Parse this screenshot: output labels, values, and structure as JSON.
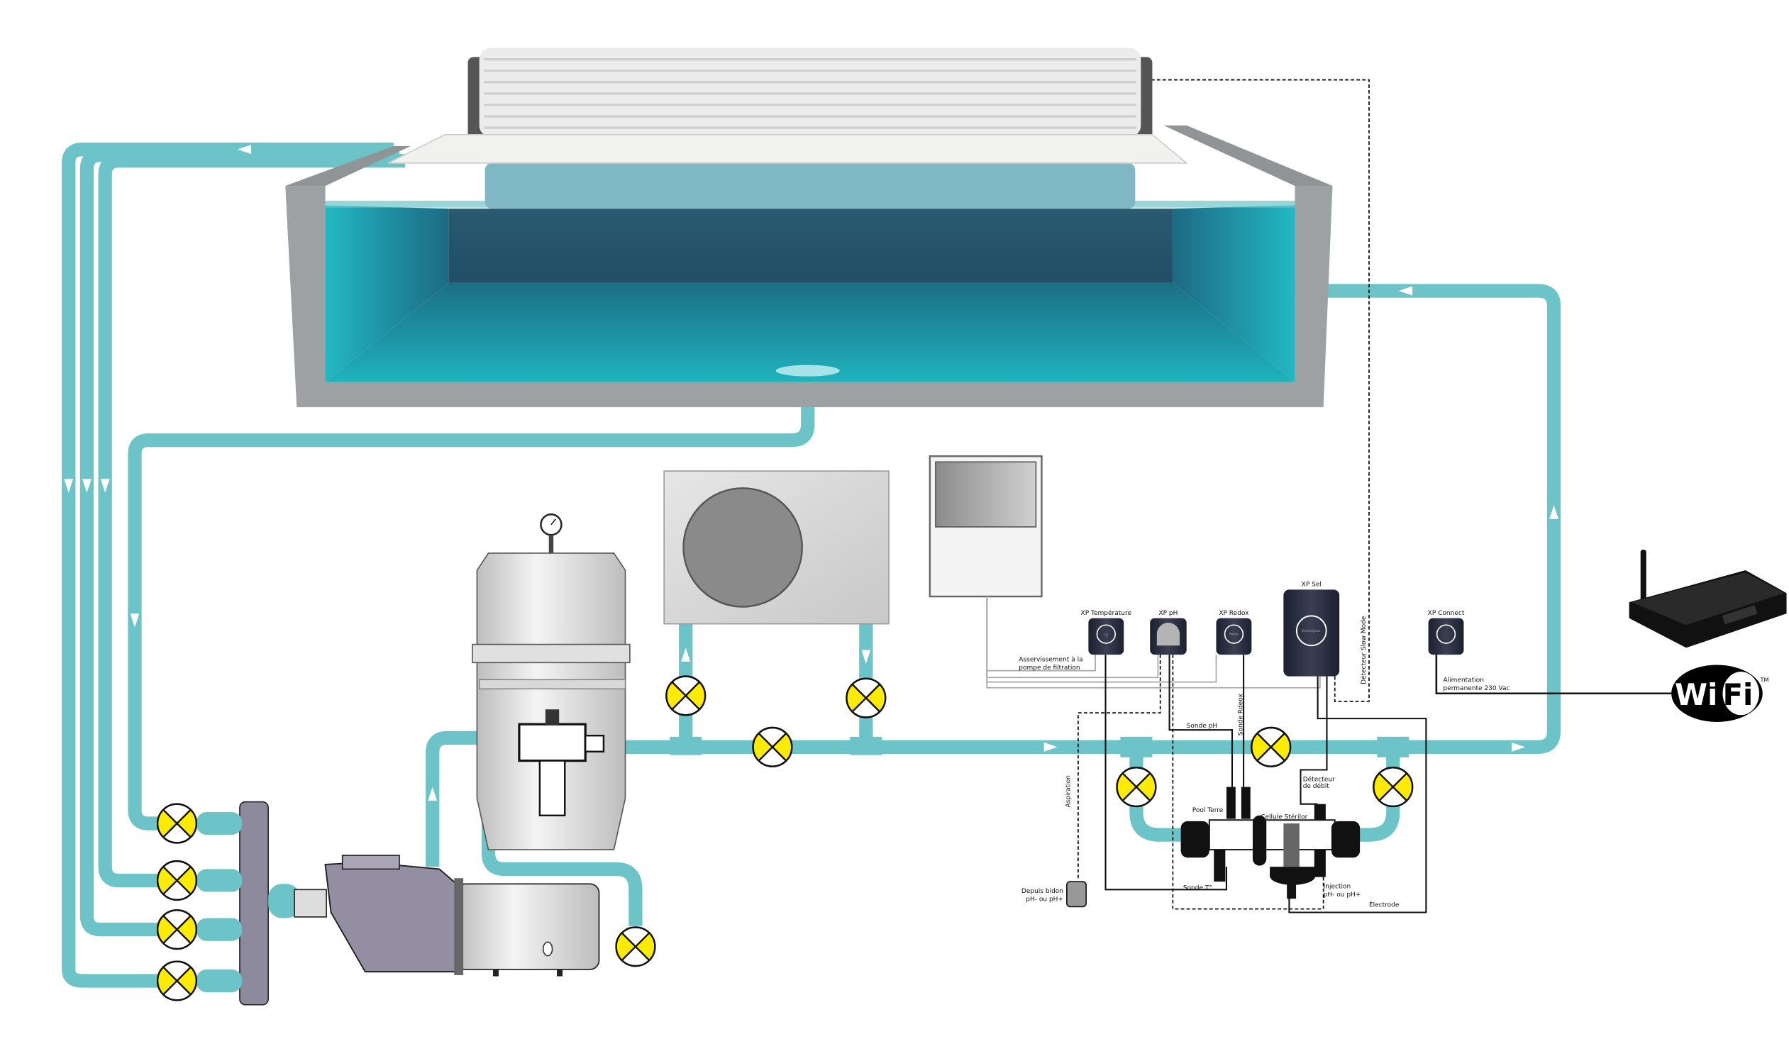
{
  "colors": {
    "pipe": "#6cc4c9",
    "water": "#1fb3bd",
    "valve_yellow": "#ffeb00",
    "device": "#23283a",
    "wall": "#9da1a3"
  },
  "devices": {
    "temperature": {
      "label": "XP Température",
      "screen": "°C"
    },
    "ph": {
      "label": "XP pH"
    },
    "redox": {
      "label": "XP Redox",
      "screen": "Redox"
    },
    "sel": {
      "label": "XP Sel",
      "screen": "Electrolyseur"
    },
    "connect": {
      "label": "XP Connect"
    },
    "brand": "Stérilor"
  },
  "labels": {
    "asservissement_1": "Asservissement à la",
    "asservissement_2": "pompe de filtration",
    "detecteur_slow": "Détecteur Slow Mode",
    "sonde_ph": "Sonde pH",
    "sonde_redox": "Sonde Rdeox",
    "aspiration": "Aspiration",
    "bidon_1": "Depuis bidon",
    "bidon_2": "pH- ou pH+",
    "pool_terre": "Pool Terre",
    "cellule": "Cellule Stérilor",
    "detecteur_debit_1": "Détecteur",
    "detecteur_debit_2": "de débit",
    "sonde_t": "Sonde T°",
    "injection_1": "Injection",
    "injection_2": "pH- ou pH+",
    "electrode": "Électrode",
    "alimentation_1": "Alimentation",
    "alimentation_2": "permanente 230 Vac"
  },
  "wifi": {
    "left": "Wi",
    "right": "Fi",
    "tm": "TM"
  },
  "icons": [
    "pool-cover-icon",
    "valve-icon",
    "pump-icon",
    "sand-filter-icon",
    "pressure-gauge-icon",
    "heat-pump-icon",
    "control-box-icon",
    "router-icon",
    "wifi-logo-icon",
    "chlorinator-cell-icon",
    "chemical-tank-icon"
  ]
}
